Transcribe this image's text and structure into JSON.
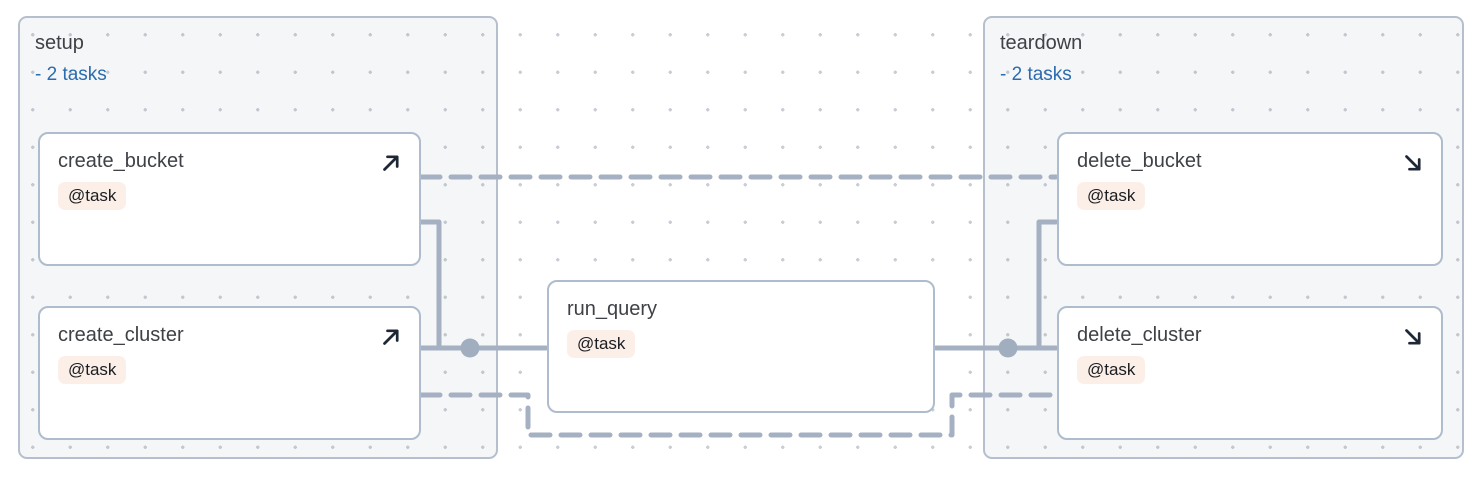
{
  "graph": {
    "groups": [
      {
        "id": "setup",
        "title": "setup",
        "subtitle": "- 2 tasks"
      },
      {
        "id": "teardown",
        "title": "teardown",
        "subtitle": "- 2 tasks"
      }
    ],
    "nodes": [
      {
        "id": "create_bucket",
        "label": "create_bucket",
        "badge": "@task",
        "icon": "arrow-up-right-icon"
      },
      {
        "id": "create_cluster",
        "label": "create_cluster",
        "badge": "@task",
        "icon": "arrow-up-right-icon"
      },
      {
        "id": "run_query",
        "label": "run_query",
        "badge": "@task",
        "icon": null
      },
      {
        "id": "delete_bucket",
        "label": "delete_bucket",
        "badge": "@task",
        "icon": "arrow-down-right-icon"
      },
      {
        "id": "delete_cluster",
        "label": "delete_cluster",
        "badge": "@task",
        "icon": "arrow-down-right-icon"
      }
    ],
    "edges": [
      {
        "from": "create_bucket",
        "to": "delete_bucket",
        "style": "dashed"
      },
      {
        "from": "create_bucket",
        "to": "run_query",
        "style": "solid"
      },
      {
        "from": "create_cluster",
        "to": "run_query",
        "style": "solid"
      },
      {
        "from": "run_query",
        "to": "delete_bucket",
        "style": "solid"
      },
      {
        "from": "run_query",
        "to": "delete_cluster",
        "style": "solid"
      },
      {
        "from": "create_cluster",
        "to": "delete_cluster",
        "style": "dashed"
      }
    ],
    "colors": {
      "edge": "#a5b0c2",
      "junction_dot": "#a0aec0",
      "group_border": "#b5bfce",
      "node_border": "#aebccd",
      "badge_background": "#fcefe8",
      "subtitle_blue": "#2b6cb0",
      "title_text": "#3e4146",
      "icon_dark": "#1d2736"
    }
  }
}
